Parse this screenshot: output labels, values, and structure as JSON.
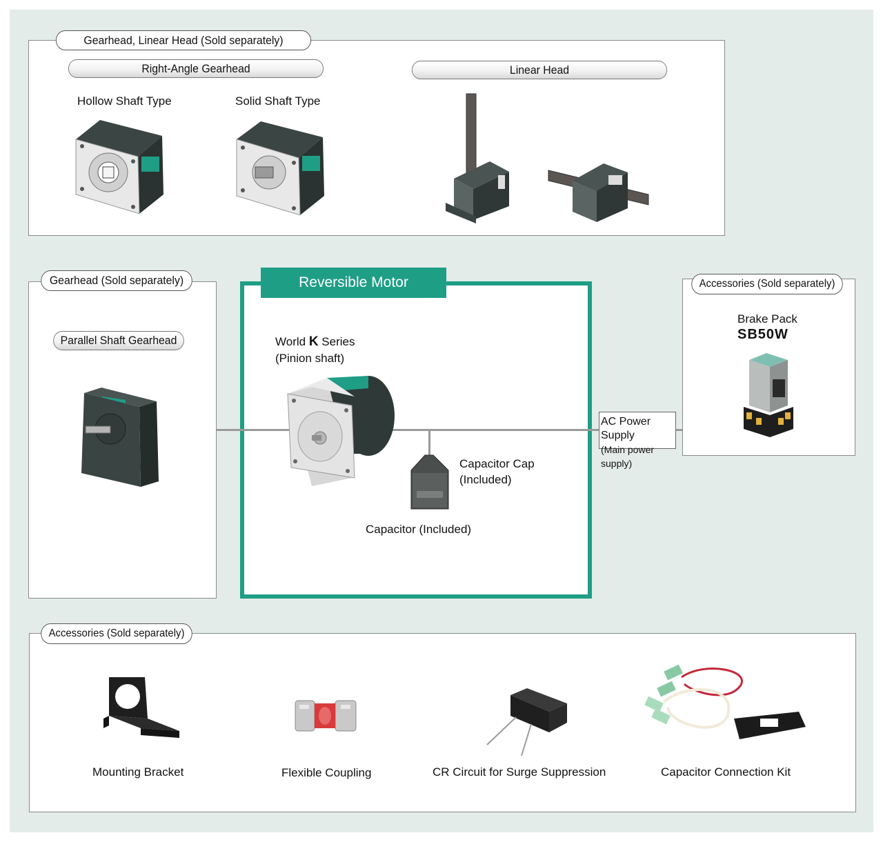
{
  "gearhead_linear": {
    "title": "Gearhead, Linear Head (Sold separately)",
    "right_angle": {
      "title": "Right-Angle Gearhead",
      "hollow": "Hollow Shaft Type",
      "solid": "Solid Shaft Type"
    },
    "linear_head": {
      "title": "Linear Head"
    }
  },
  "gearhead": {
    "title": "Gearhead (Sold separately)",
    "parallel": "Parallel Shaft Gearhead"
  },
  "motor": {
    "title": "Reversible Motor",
    "series_prefix": "World ",
    "series_k": "K",
    "series_suffix": " Series",
    "shaft": "(Pinion shaft)",
    "capacitor_cap_1": "Capacitor Cap",
    "capacitor_cap_2": "(Included)",
    "capacitor": "Capacitor (Included)"
  },
  "power": {
    "line1": "AC Power Supply",
    "line2": "(Main power supply)"
  },
  "accessories_right": {
    "title": "Accessories (Sold separately)",
    "brake_pack": "Brake Pack",
    "brake_model": "SB50W"
  },
  "accessories_bottom": {
    "title": "Accessories (Sold separately)",
    "items": [
      "Mounting Bracket",
      "Flexible Coupling",
      "CR Circuit for Surge Suppression",
      "Capacitor Connection Kit"
    ]
  },
  "colors": {
    "background": "#e3ece8",
    "accent_teal": "#1f9e86",
    "motor_dark": "#2f3a38"
  }
}
